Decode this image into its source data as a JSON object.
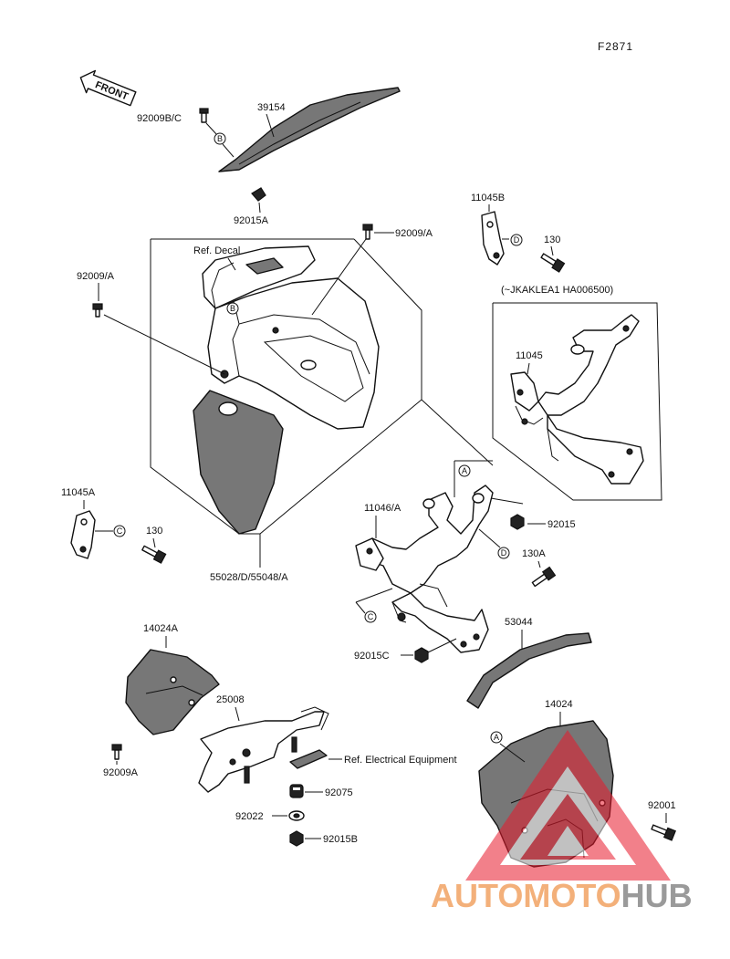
{
  "figure_code": "F2871",
  "front_arrow_label": "FRONT",
  "range_note": "(~JKAKLEA1 HA006500)",
  "parts": {
    "p39154": "39154",
    "p92009bc": "92009B/C",
    "p92015a": "92015A",
    "p92009a_top": "92009/A",
    "p92009a_left": "92009/A",
    "ref_decal": "Ref. Decal",
    "p11045b": "11045B",
    "p130_top": "130",
    "p11045": "11045",
    "p11045a": "11045A",
    "p130_left": "130",
    "p55028": "55028/D/55048/A",
    "p11046a": "11046/A",
    "p92015": "92015",
    "p130a": "130A",
    "p53044": "53044",
    "p92015c": "92015C",
    "p14024a": "14024A",
    "p25008": "25008",
    "p92009a_bottom": "92009A",
    "ref_electrical": "Ref. Electrical Equipment",
    "p92075": "92075",
    "p92022": "92022",
    "p92015b": "92015B",
    "p14024": "14024",
    "p92001": "92001"
  },
  "callouts": {
    "a": "A",
    "b": "B",
    "c": "C",
    "d": "D"
  },
  "watermark": {
    "part1": "AUTOMOTO",
    "part2": "HUB",
    "color1": "#f3b07a",
    "color2": "#9a9a9a",
    "triangle_color": "#e8192c"
  }
}
